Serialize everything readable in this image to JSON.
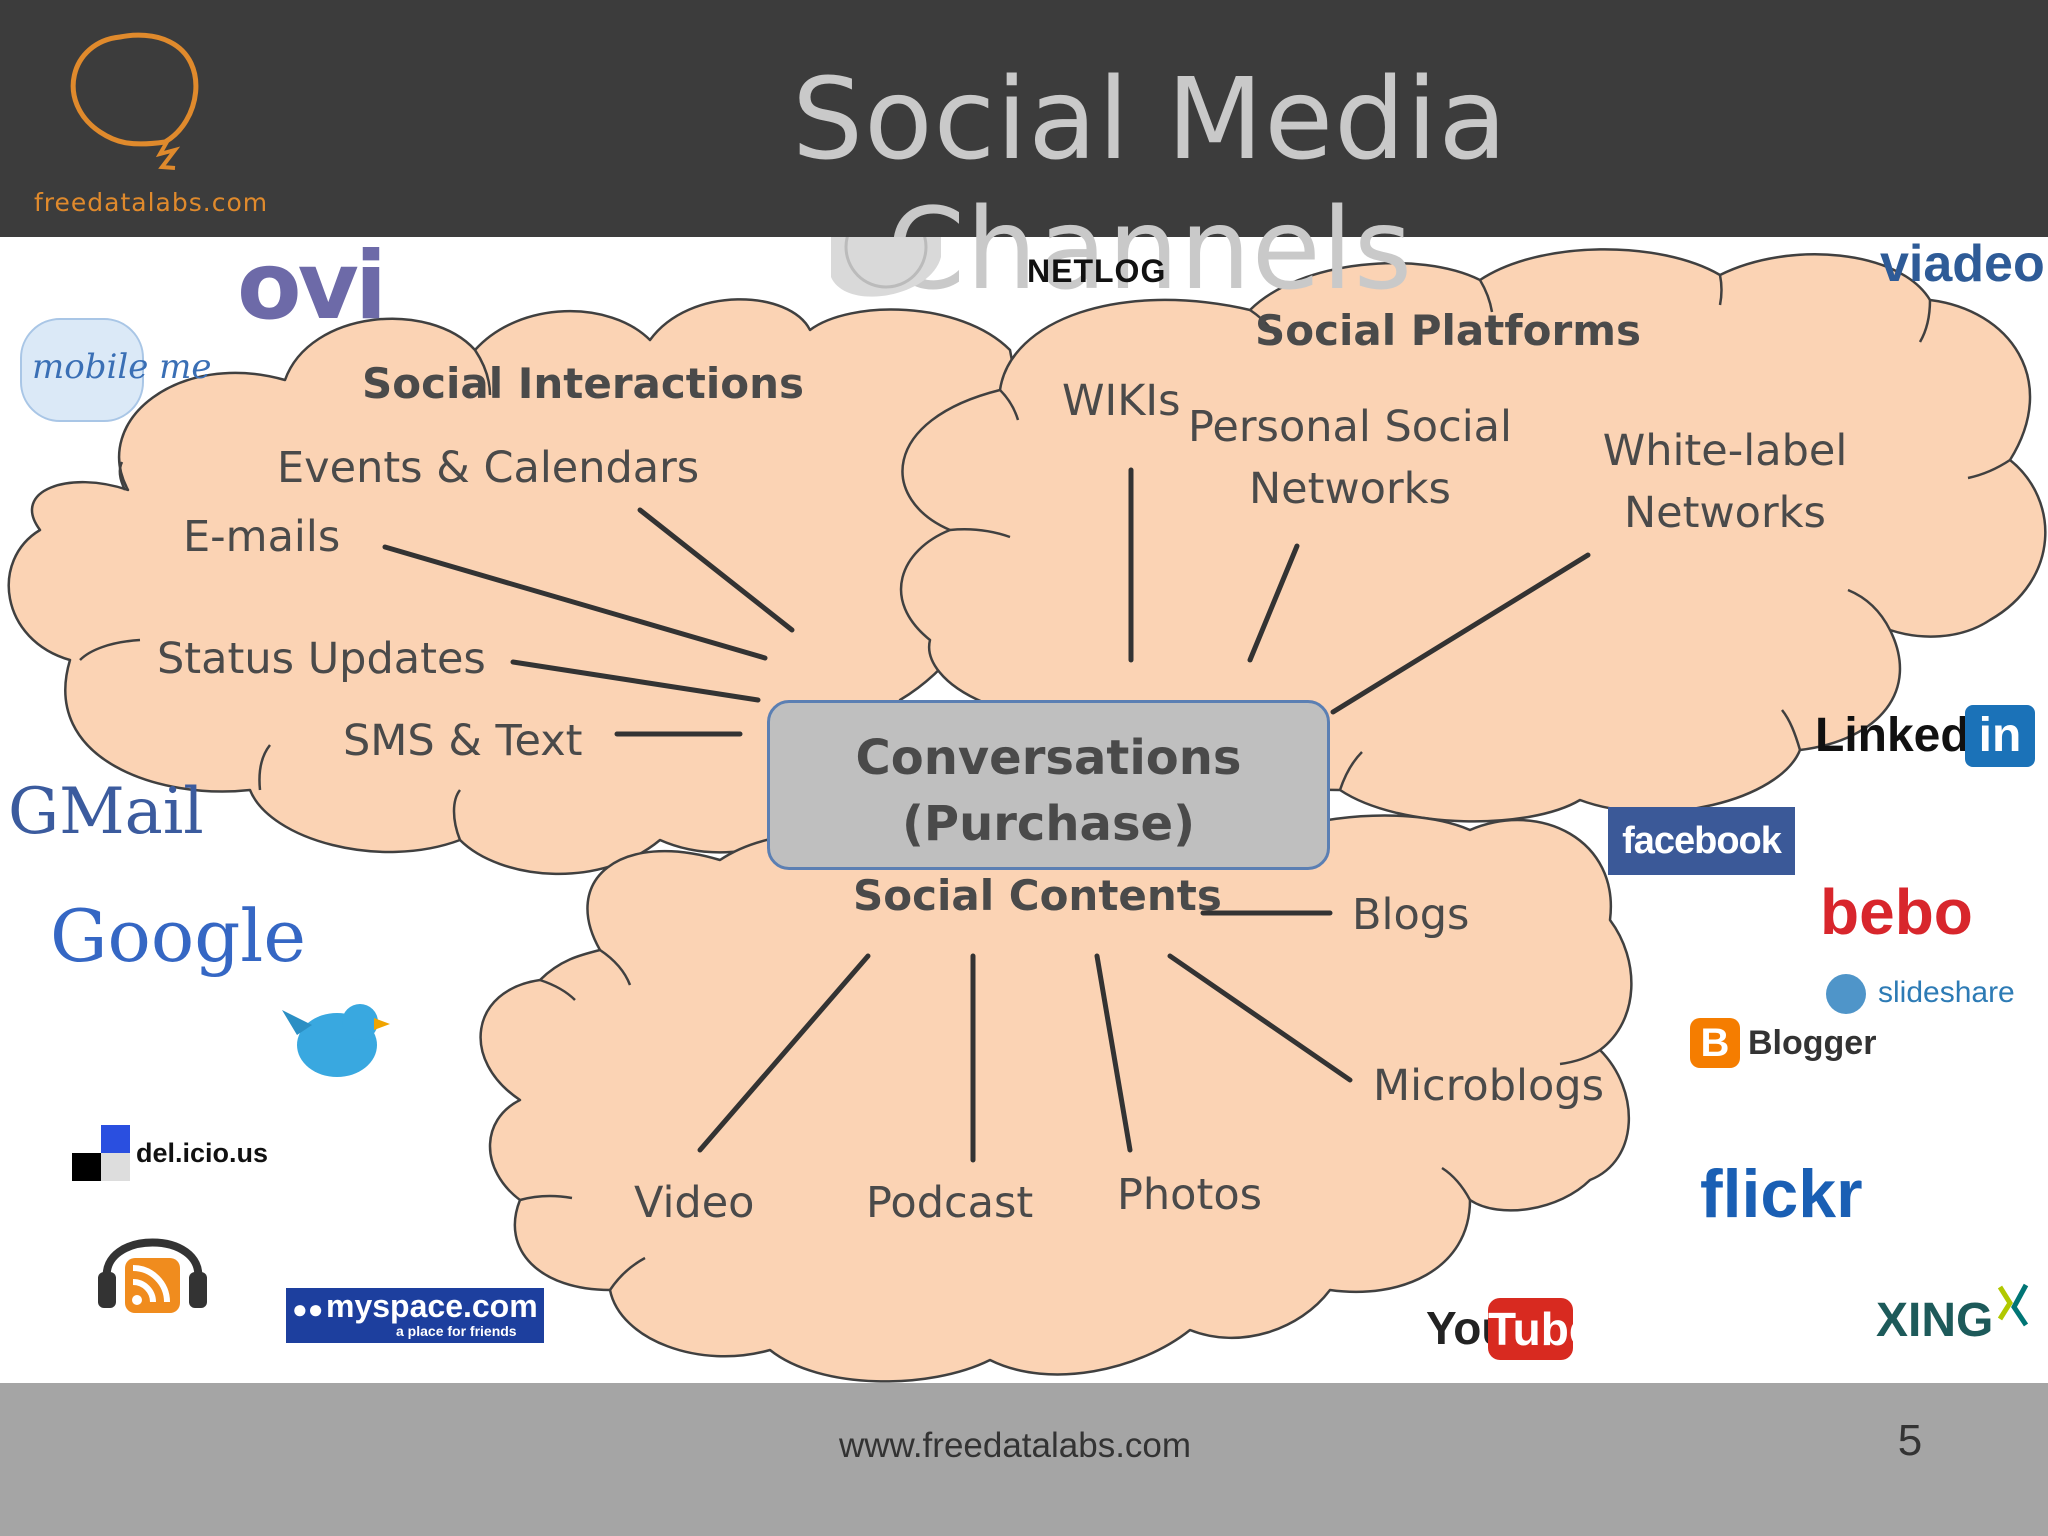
{
  "slide": {
    "title": "Social Media Channels",
    "brand": "freedatalabs.com",
    "footer_url": "www.freedatalabs.com",
    "page_number": "5"
  },
  "hub": {
    "label": "Conversations\n(Purchase)"
  },
  "clusters": {
    "social_interactions": {
      "heading": "Social Interactions",
      "items": [
        "Events & Calendars",
        "E-mails",
        "Status Updates",
        "SMS & Text"
      ]
    },
    "social_platforms": {
      "heading": "Social Platforms",
      "items": [
        "WIKIs",
        "Personal Social\nNetworks",
        "White-label\nNetworks"
      ]
    },
    "social_contents": {
      "heading": "Social Contents",
      "items": [
        "Blogs",
        "Microblogs",
        "Video",
        "Podcast",
        "Photos"
      ]
    }
  },
  "logos": {
    "ovi": "ovi",
    "mobileme": "mobile me",
    "netlog": "NETLOG",
    "viadeo": "viadeo",
    "gmail": "GMail",
    "google": "Google",
    "delicious": "del.icio.us",
    "myspace": "myspace.com",
    "myspace_tagline": "a place for friends",
    "linkedin": "Linked",
    "linkedin_in": "in",
    "facebook": "facebook",
    "bebo": "bebo",
    "slideshare": "slideshare",
    "blogger": "Blogger",
    "flickr": "flickr",
    "xing": "XING",
    "youtube_you": "You",
    "youtube_tube": "Tube"
  },
  "colors": {
    "header": "#3c3c3c",
    "footer": "#a5a5a5",
    "cloud_fill": "#fbd3b4",
    "cloud_stroke": "#404040",
    "hub_fill": "#bfbfbf",
    "hub_border": "#5b7fb3",
    "brand": "#e08a2c",
    "text": "#4a4a4a"
  }
}
